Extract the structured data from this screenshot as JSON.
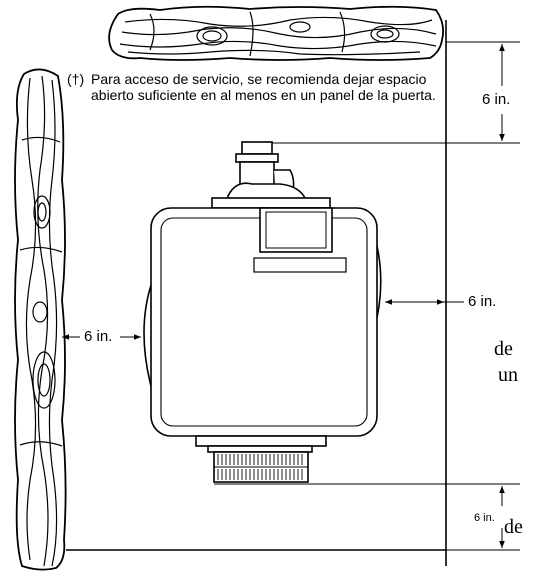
{
  "note": {
    "marker": "(†)",
    "text": "Para acceso de servicio, se recomienda dejar espacio abierto suficiente en al menos en un panel de la puerta."
  },
  "dimensions": {
    "top_clearance": "6 in.",
    "right_clearance": "6 in.",
    "left_clearance": "6 in.",
    "bottom_clearance": "6 in."
  },
  "fragments": {
    "right_line1": "de",
    "right_line2": "un",
    "bottom_right": "de"
  }
}
